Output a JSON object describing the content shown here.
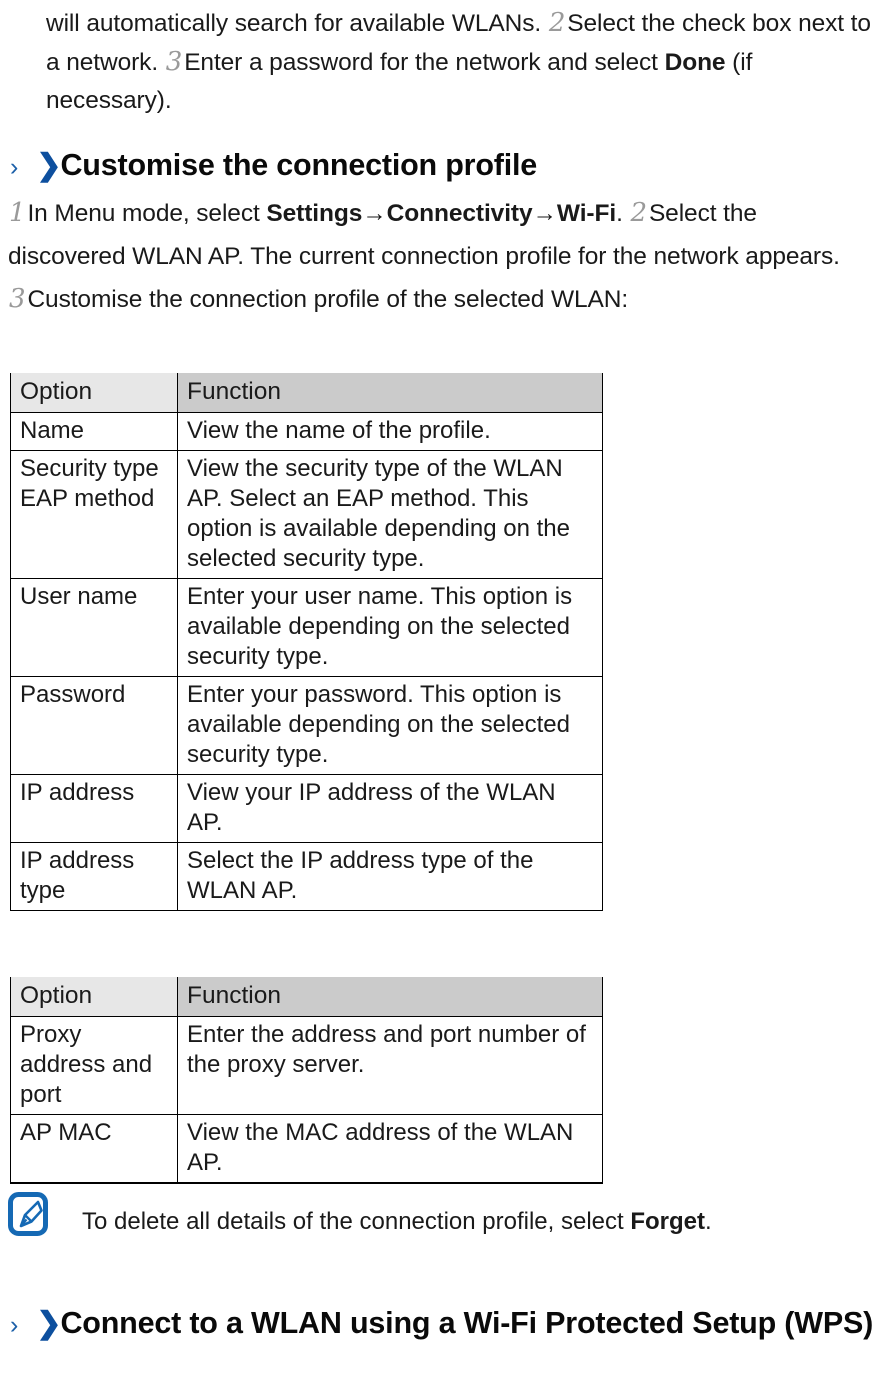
{
  "intro": {
    "line1_pre": "will automatically search for available WLANs. ",
    "step2": "2",
    "line1_post": "Select the check box next to a network. ",
    "step3": "3",
    "line2_post": "Enter a password for the network and select ",
    "bold_done": "Done",
    "line3_tail": " (if necessary)."
  },
  "heading_customise": {
    "chevron_thin": "›",
    "chevron_bold": "❯",
    "text": "Customise the connection profile"
  },
  "procedure": {
    "step1": "1",
    "t1": "In Menu mode, select ",
    "b_settings": "Settings",
    "arrow1": "→",
    "b_connectivity": "Connectivity",
    "arrow2": "→",
    "b_wifi": "Wi-Fi",
    "t2": ". ",
    "step2": "2",
    "t3": "Select the discovered WLAN AP. The current connection profile for the network appears. ",
    "step3": "3",
    "t4": "Customise the connection profile of the selected WLAN:"
  },
  "table_profile": {
    "headers": [
      "Option",
      "Function"
    ],
    "rows": [
      {
        "option": "Name",
        "function": "View the name of the profile."
      },
      {
        "option": "Security type EAP method",
        "function": "View the security type of the WLAN AP. Select an EAP method. This option is available depending on the selected security type."
      },
      {
        "option": "User name",
        "function": "Enter your user name. This option is available depending on the selected security type."
      },
      {
        "option": "Password",
        "function": "Enter your password. This option is available depending on the selected security type."
      },
      {
        "option": "IP address",
        "function": "View your IP address of the WLAN AP."
      },
      {
        "option": "IP address type",
        "function": "Select the IP address type of the WLAN AP."
      }
    ]
  },
  "table_proxy": {
    "headers": [
      "Option",
      "Function"
    ],
    "rows": [
      {
        "option": "Proxy address and port",
        "function": "Enter the address and port number of the proxy server."
      },
      {
        "option": "AP MAC",
        "function": "View the MAC address of the WLAN AP."
      }
    ]
  },
  "note": {
    "icon": "note-pen-icon",
    "text_pre": "To delete all details of the connection profile, select ",
    "bold_term": "Forget",
    "text_post": "."
  },
  "heading_wps": {
    "chevron_thin": "›",
    "chevron_bold": "❯",
    "text": "Connect to a WLAN using a Wi-Fi Protected Setup (WPS)"
  },
  "colors": {
    "accent_blue": "#1b5fa8",
    "chevron_bold_blue": "#0d4f9e",
    "step_number_gray": "#9a9a9a",
    "header_light": "#e7e7e7",
    "header_dark": "#cbcbcb",
    "text": "#1a1a1a"
  }
}
